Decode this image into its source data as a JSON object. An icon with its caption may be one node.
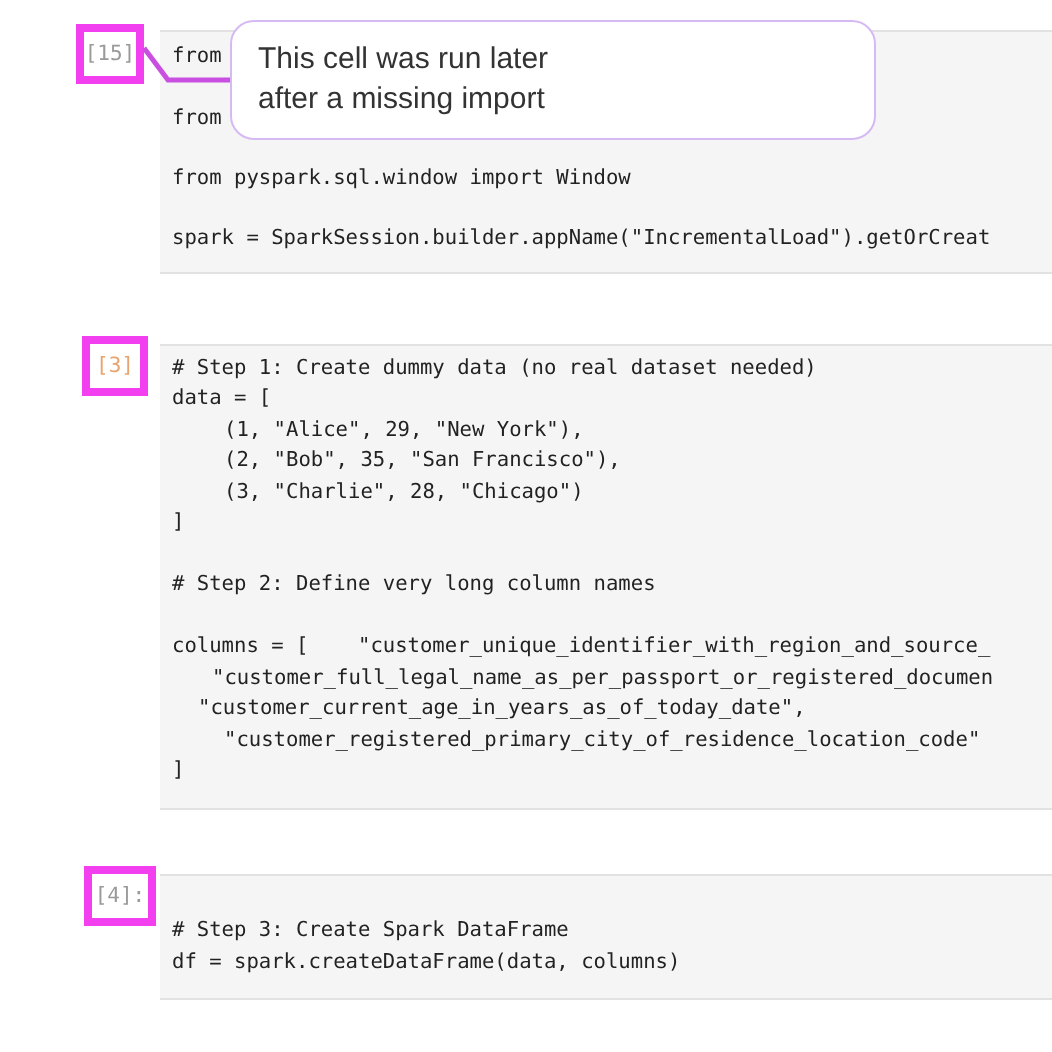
{
  "diagram": {
    "nodes": [
      {
        "text": [
          "[15]"
        ]
      },
      {
        "text": [
          "This cell was run later after a missing import"
        ]
      },
      {
        "text": [
          "from",
          "from",
          "from pyspark.sql.window import Window",
          "spark = SparkSession.builder.appName(\"IncrementalLoad\").getOrCreat"
        ]
      },
      {
        "text": [
          "[3]"
        ]
      },
      {
        "text": [
          "# Step 1: Create dummy data (no real dataset needed)",
          "data = [",
          "(1, \"Alice\", 29, \"New York\"),",
          "(2, \"Bob\", 35, \"San Francisco\"),",
          "(3, \"Charlie\", 28, \"Chicago\")",
          "]",
          "# Step 2: Define very long column names",
          "columns = [    \"customer_unique_identifier_with_region_and_source_",
          "\"customer_full_legal_name_as_per_passport_or_registered_documen",
          "\"customer_current_age_in_years_as_of_today_date\",",
          "\"customer_registered_primary_city_of_residence_location_code\"",
          "]"
        ]
      },
      {
        "text": [
          "[4]:"
        ]
      },
      {
        "text": [
          "# Step 3: Create Spark DataFrame",
          "df = spark.createDataFrame(data, columns)"
        ]
      }
    ],
    "edges": [
      {
        "from": 1,
        "to": 0,
        "arrow": "none"
      }
    ]
  }
}
